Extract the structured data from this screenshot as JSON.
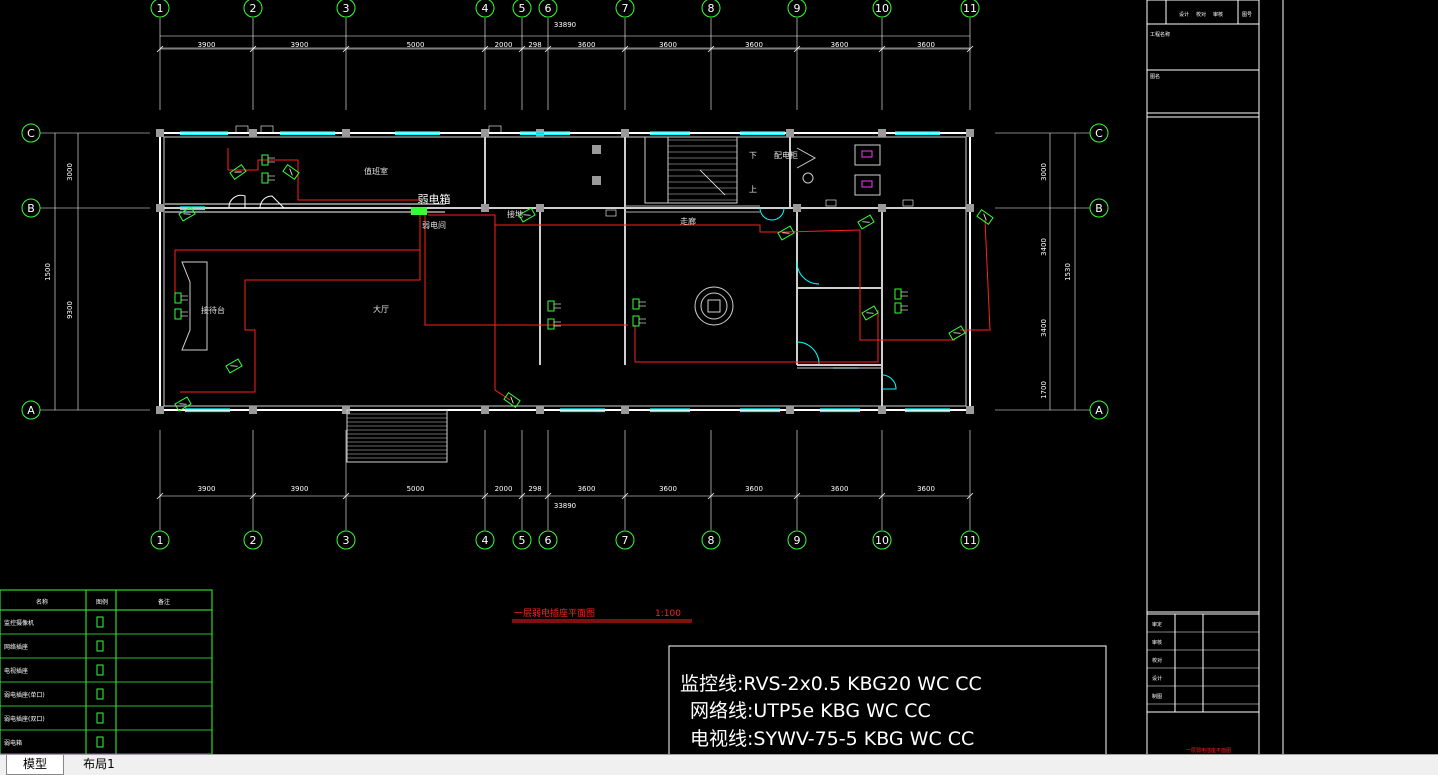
{
  "axes": {
    "columns": [
      "1",
      "2",
      "3",
      "4",
      "5",
      "6",
      "7",
      "8",
      "9",
      "10",
      "11"
    ],
    "rows": [
      "A",
      "B",
      "C"
    ]
  },
  "dims": {
    "total": "33890",
    "spans": [
      "3900",
      "3900",
      "5000",
      "2000",
      "298",
      "3600",
      "3600",
      "3600",
      "3600",
      "3600"
    ],
    "left_total": "1500",
    "left_spans": [
      "3000",
      "9300"
    ],
    "right_total": "1530",
    "right_spans": [
      "3000",
      "3400",
      "3400",
      "1700"
    ]
  },
  "rooms": {
    "room_top_left": "值班室",
    "panel": "弱电箱",
    "closet": "弱电间",
    "lobby": "大厅",
    "reception": "接待台",
    "corridor": "走廊",
    "stair_up": "上",
    "stair_down": "下",
    "cabinet": "配电柜",
    "aux": "接地"
  },
  "drawing_title": "一层弱电插座平面图",
  "drawing_scale": "1:100",
  "notes": {
    "line1": "监控线:RVS-2x0.5 KBG20 WC CC",
    "line2": "网络线:UTP5e KBG WC CC",
    "line3": "电视线:SYWV-75-5 KBG   WC CC"
  },
  "legend": {
    "headers": [
      "名称",
      "图例",
      "备注"
    ],
    "rows": [
      "监控摄像机",
      "网络插座",
      "电视插座",
      "弱电插座(单口)",
      "弱电插座(双口)",
      "弱电箱"
    ]
  },
  "title_block": {
    "top_labels": [
      "设计",
      "校对",
      "审核",
      "图号"
    ],
    "project_label": "工程名称",
    "drawing_label": "图名",
    "stamp_labels": [
      "审定",
      "审核",
      "校对",
      "设计",
      "制图"
    ],
    "footer": "一层弱电插座平面图"
  },
  "tabs": [
    "模型",
    "布局1"
  ]
}
